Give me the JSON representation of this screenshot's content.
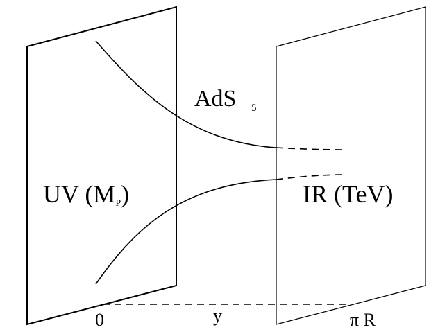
{
  "labels": {
    "bulk": "AdS",
    "bulk_sub": "5",
    "uv_prefix": "UV (M",
    "uv_sub": "P",
    "uv_suffix": ")",
    "ir": "IR (TeV)",
    "origin": "0",
    "coordinate": "y",
    "end": "π R"
  }
}
